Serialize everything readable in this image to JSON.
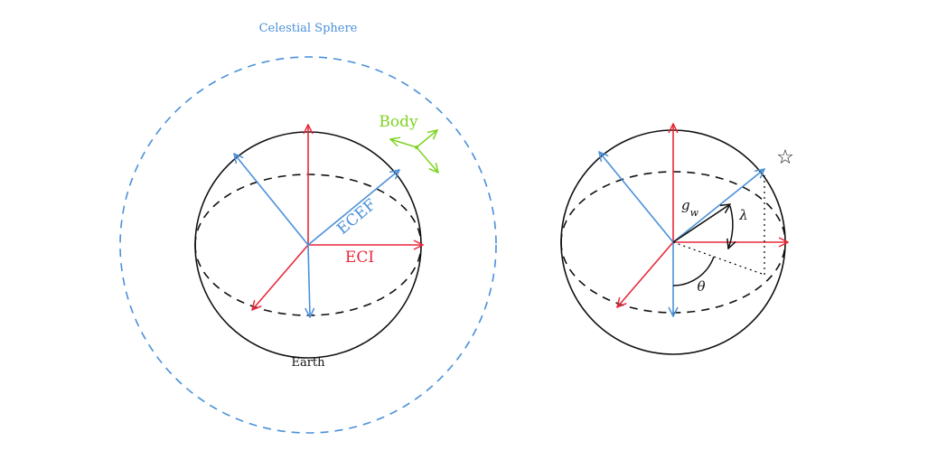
{
  "labels": {
    "celestial_sphere": "Celestial Sphere",
    "body": "Body",
    "ecef": "ECEF",
    "eci": "ECI",
    "earth": "Earth",
    "gw_base": "g",
    "gw_sub": "w",
    "lambda": "λ",
    "theta": "θ"
  },
  "icons": {
    "star": "☆"
  },
  "colors": {
    "eci": "#e8283a",
    "ecef": "#4a90d9",
    "body": "#7ed321",
    "celestial": "#4a90d9",
    "outline": "#111111",
    "gravity": "#111111"
  }
}
